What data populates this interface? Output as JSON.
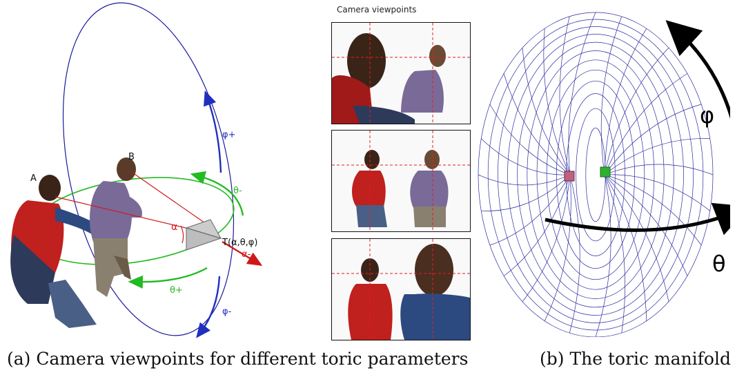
{
  "panel_a": {
    "label_a": "A",
    "label_b": "B",
    "label_alpha": "α",
    "label_target": "T(α,θ,φ)",
    "label_alpha_minus": "α-",
    "label_phi_plus": "φ+",
    "label_phi_minus": "φ-",
    "label_theta_minus": "θ-",
    "label_theta_plus": "θ+",
    "colors": {
      "phi": "#1f2fbf",
      "theta": "#22bb22",
      "alpha": "#d01818",
      "ellipse": "#1a1a9a"
    }
  },
  "viewpoints": {
    "title": "Camera viewpoints"
  },
  "panel_b": {
    "label_phi": "φ",
    "label_theta": "θ",
    "colors": {
      "mesh": "#2a2aa0",
      "arrow": "#000000",
      "cube_a": "#c06080",
      "cube_b": "#30b030"
    }
  },
  "captions": {
    "a": "(a) Camera viewpoints for different toric parameters",
    "b": "(b) The toric manifold"
  }
}
